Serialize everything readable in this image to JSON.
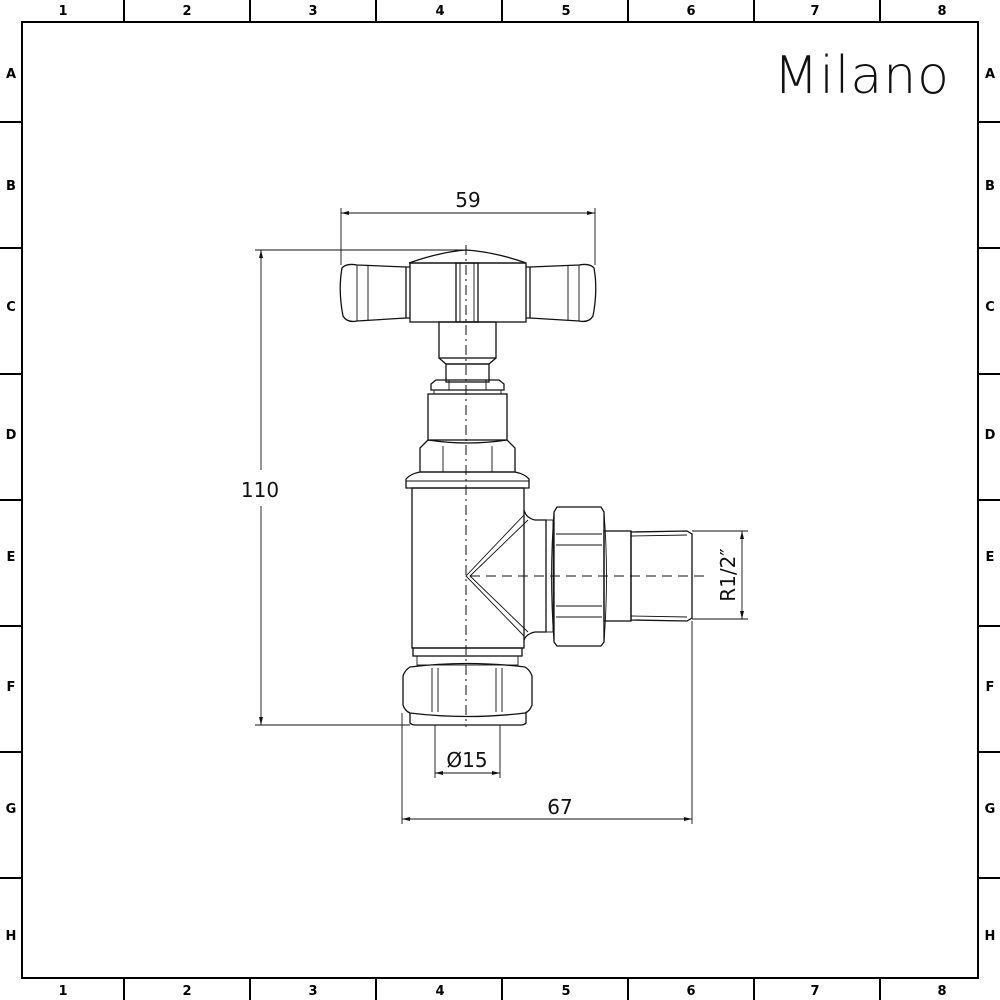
{
  "title_block": {
    "brand": "Milano"
  },
  "frame": {
    "columns": [
      "1",
      "2",
      "3",
      "4",
      "5",
      "6",
      "7",
      "8"
    ],
    "rows": [
      "A",
      "B",
      "C",
      "D",
      "E",
      "F",
      "G",
      "H"
    ]
  },
  "drawing": {
    "subject": "angled radiator valve with crosshead handle",
    "dimensions": {
      "handle_width": "59",
      "overall_height": "110",
      "outlet_thread": "R1/2″",
      "pipe_diameter": "Ø15",
      "overall_depth": "67"
    }
  }
}
